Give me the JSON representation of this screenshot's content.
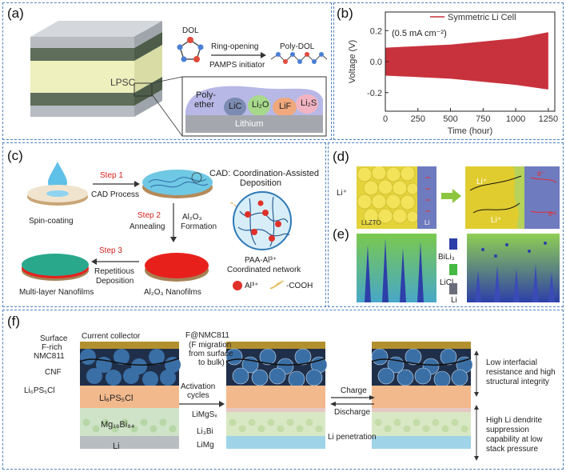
{
  "panel_a": {
    "label": "(a)",
    "dol": "DOL",
    "ring_opening": "Ring-opening",
    "initiator": "PAMPS initiator",
    "poly_dol": "Poly-DOL",
    "lpsc": "LPSC",
    "polyether_1": "Poly-",
    "polyether_2": "ether",
    "lic": "LiC",
    "li2o": "Li₂O",
    "lif": "LiF",
    "li2s": "Li₂S",
    "lithium": "Lithium"
  },
  "panel_b": {
    "label": "(b)",
    "legend": "Symmetric Li Cell",
    "annotation": "(0.5 mA cm⁻²)",
    "chart_data": {
      "type": "area",
      "xlabel": "Time (hour)",
      "ylabel": "Voltage (V)",
      "xlim": [
        0,
        1300
      ],
      "ylim": [
        -0.32,
        0.32
      ],
      "x_ticks": [
        0,
        250,
        500,
        750,
        1000,
        1250
      ],
      "y_ticks": [
        -0.2,
        0.0,
        0.2
      ],
      "series": [
        {
          "name": "Symmetric Li Cell",
          "color": "#c8323c",
          "x": [
            0,
            250,
            500,
            750,
            1000,
            1250
          ],
          "upper": [
            0.09,
            0.1,
            0.11,
            0.13,
            0.15,
            0.19
          ],
          "lower": [
            -0.09,
            -0.1,
            -0.11,
            -0.13,
            -0.15,
            -0.18
          ]
        }
      ]
    }
  },
  "panel_c": {
    "label": "(c)",
    "step1": "Step 1",
    "cad_process": "CAD Process",
    "spin_coating": "Spin-coating",
    "cad_def_1": "CAD: Coordination-Assisted",
    "cad_def_2": "Deposition",
    "step2": "Step 2",
    "annealing": "Annealing",
    "al2o3_formation_1": "Al₂O₃",
    "al2o3_formation_2": "Formation",
    "step3": "Step 3",
    "repetitious_1": "Repetitious",
    "repetitious_2": "Deposition",
    "paa": "PAA-Al³⁺",
    "coord_network": "Coordinated network",
    "al3_legend": "Al³⁺",
    "cooh_legend": "-COOH",
    "multilayer": "Multi-layer Nanofilms",
    "al2o3_nanofilms": "Al₂O₃ Nanofilms"
  },
  "panel_d": {
    "label": "(d)",
    "li_plus_left": "Li⁺",
    "llzto": "LLZTO",
    "li": "Li",
    "li_plus_top": "Li⁺",
    "li_plus_bottom": "Li⁺",
    "e_top": "e⁻",
    "e_bottom": "e⁻"
  },
  "panel_e": {
    "label": "(e)",
    "legend": [
      {
        "name": "BiLi₃",
        "color": "#2d3fa8"
      },
      {
        "name": "LiCl",
        "color": "#45b843"
      },
      {
        "name": "Li",
        "color": "#6a6e7a"
      }
    ]
  },
  "panel_f": {
    "label": "(f)",
    "current_collector": "Current collector",
    "surface_1": "Surface",
    "surface_2": "F-rich",
    "surface_3": "NMC811",
    "cnf": "CNF",
    "li6ps5cl_left": "Li₆PS₅Cl",
    "li6ps5cl_layer": "Li₆PS₅Cl",
    "mgbi": "Mg₁₆Bi₈₄",
    "li": "Li",
    "f_nmc_1": "F@NMC811",
    "f_nmc_2": "(F migration",
    "f_nmc_3": "from surface",
    "f_nmc_4": "to bulk)",
    "activation_1": "Activation",
    "activation_2": "cycles",
    "limgsx": "LiMgSₓ",
    "li3bi": "Li₃Bi",
    "limg": "LiMg",
    "charge": "Charge",
    "discharge": "Discharge",
    "li_penetration": "Li penetration",
    "low_interfacial_1": "Low interfacial",
    "low_interfacial_2": "resistance and high",
    "low_interfacial_3": "structural integrity",
    "high_li_1": "High Li dendrite",
    "high_li_2": "suppression",
    "high_li_3": "capability at low",
    "high_li_4": "stack pressure"
  }
}
